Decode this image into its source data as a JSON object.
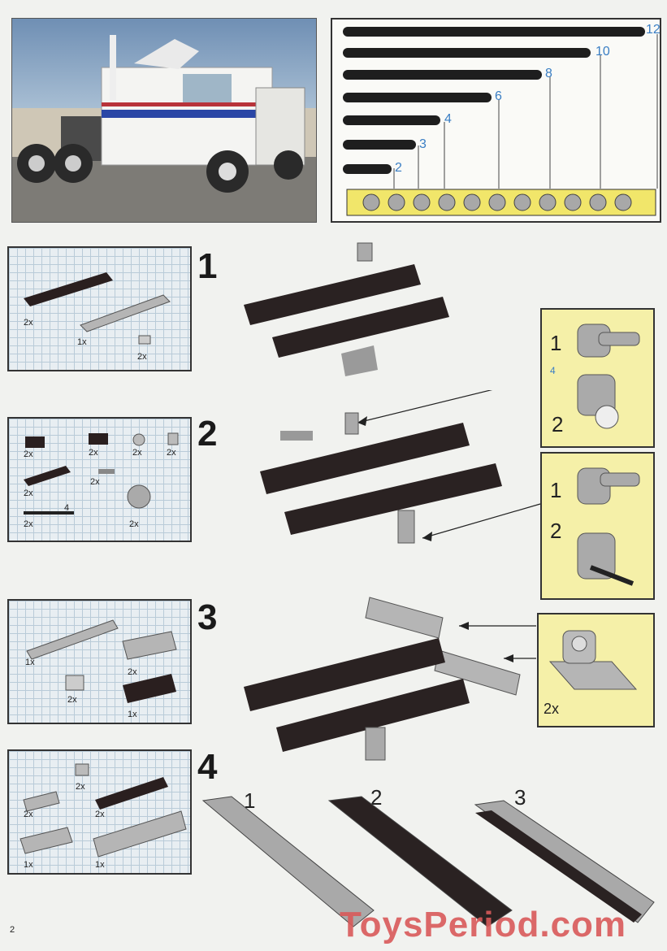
{
  "page_number": "2",
  "watermark": "ToysPeriod.com",
  "scale_labels": [
    "12",
    "10",
    "8",
    "6",
    "4",
    "3",
    "2"
  ],
  "steps": [
    {
      "number": "1",
      "parts_qty": [
        "2x",
        "1x",
        "2x"
      ]
    },
    {
      "number": "2",
      "parts_qty": [
        "2x",
        "2x",
        "2x",
        "2x",
        "2x",
        "2x",
        "2x"
      ],
      "axle_length": "4",
      "callouts": [
        {
          "labels": [
            "1",
            "4",
            "2"
          ]
        },
        {
          "labels": [
            "1",
            "2"
          ]
        }
      ]
    },
    {
      "number": "3",
      "parts_qty": [
        "1x",
        "2x",
        "2x",
        "1x"
      ],
      "callout_qty": "2x"
    },
    {
      "number": "4",
      "parts_qty": [
        "2x",
        "2x",
        "2x",
        "1x",
        "1x"
      ],
      "sub_labels": [
        "1",
        "2",
        "3"
      ]
    }
  ]
}
